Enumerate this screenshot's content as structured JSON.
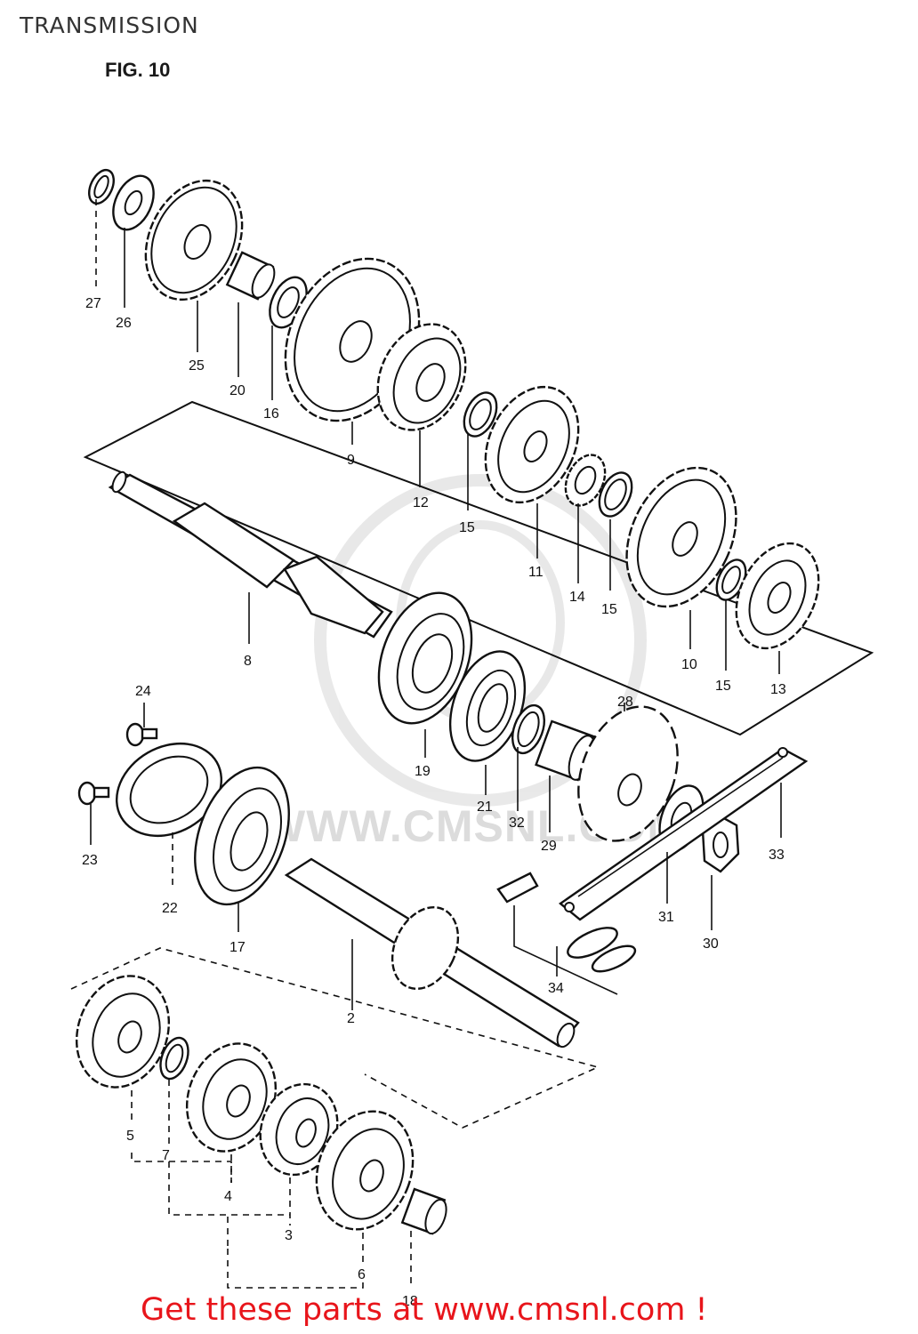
{
  "header": {
    "title": "TRANSMISSION",
    "figure": "FIG. 10"
  },
  "watermark": "WWW.CMSNL.COM",
  "footer": {
    "link_text": "Get these parts at www.cmsnl.com !"
  },
  "callouts": [
    "27",
    "26",
    "25",
    "20",
    "16",
    "9",
    "12",
    "15",
    "11",
    "14",
    "15",
    "10",
    "15",
    "13",
    "8",
    "24",
    "23",
    "22",
    "17",
    "19",
    "21",
    "32",
    "29",
    "28",
    "33",
    "31",
    "30",
    "34",
    "2",
    "5",
    "7",
    "4",
    "3",
    "6",
    "18"
  ],
  "colors": {
    "footer_link": "#e8151b",
    "linework": "#111111",
    "watermark": "#dcdcdc"
  }
}
